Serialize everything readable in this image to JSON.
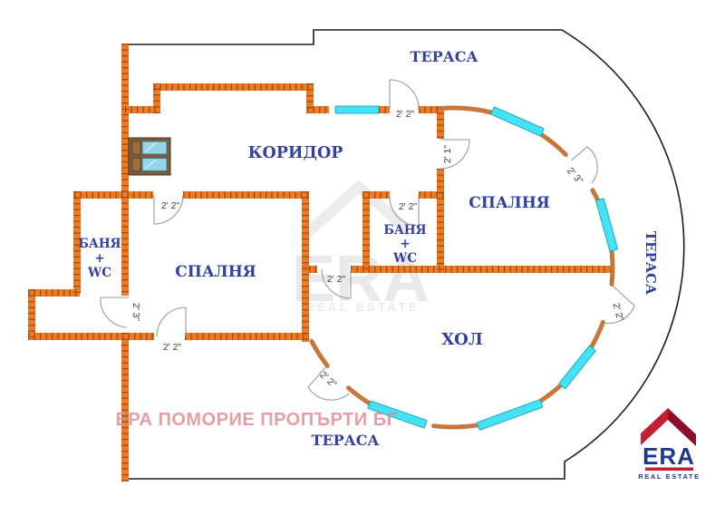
{
  "rooms": {
    "terrace_top": "ТЕРАСА",
    "terrace_right": "ТЕРАСА",
    "terrace_bottom": "ТЕРАСА",
    "corridor": "КОРИДОР",
    "bedroom_left": "СПАЛНЯ",
    "bedroom_right": "СПАЛНЯ",
    "hall": "ХОЛ",
    "bath_left": [
      "БАНЯ",
      "+",
      "WC"
    ],
    "bath_mid": [
      "БАНЯ",
      "+",
      "WC"
    ]
  },
  "doors": {
    "entry_top": "2' 2\"",
    "bedroom_right_inner": "2' 1\"",
    "bedroom_right_terrace": "2' 3\"",
    "hall_terrace_east": "2' 2\"",
    "hall_terrace_south": "2' 2\"",
    "bath_mid_door": "2' 2\"",
    "hall_inner": "2' 2\"",
    "bath_left_door": "2' 3\"",
    "bedroom_left_south": "2' 2\"",
    "bedroom_left_north": "2' 2\""
  },
  "watermark": {
    "agency": "ЕРА ПОМОРИЕ ПРОПЪРТИ БГ",
    "brand": "ERA",
    "brand_sub": "REAL ESTATE"
  },
  "logo": {
    "brand": "ERA",
    "sub": "REAL ESTATE"
  },
  "colors": {
    "wall_orange": "#ed7b24",
    "wall_tick": "#a34a10",
    "curve_orange": "#c8763a",
    "window_cyan": "#45e2f5",
    "label_blue": "#3240a0",
    "logo_red": "#c51f35",
    "logo_dark_red": "#8c1028",
    "logo_blue": "#1e3a8f",
    "watermark_pink": "#dd8890"
  }
}
